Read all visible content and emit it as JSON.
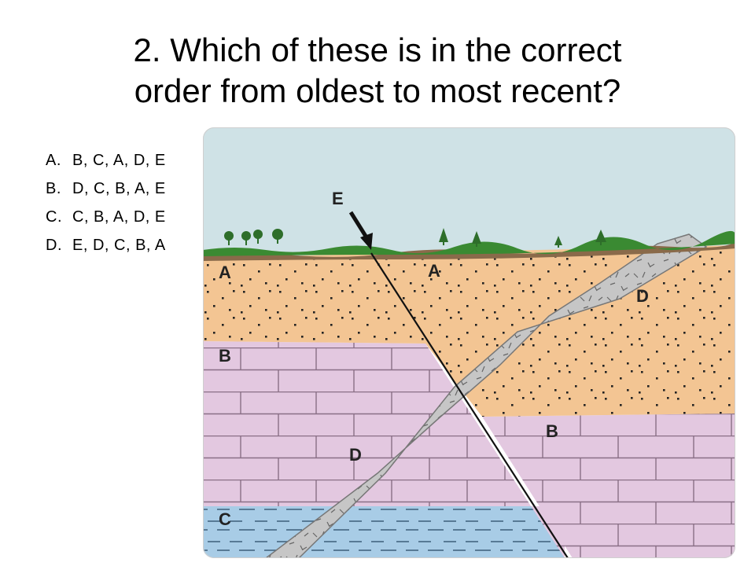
{
  "question": {
    "line1": "2.  Which of these is in the correct",
    "line2": "order from oldest to most recent?"
  },
  "options": [
    {
      "letter": "A.",
      "text": "B, C, A, D, E"
    },
    {
      "letter": "B.",
      "text": "D, C, B, A, E"
    },
    {
      "letter": "C.",
      "text": "C, B, A, D, E"
    },
    {
      "letter": "D.",
      "text": "E, D, C, B, A"
    }
  ],
  "diagram": {
    "labels": {
      "fault": "E",
      "sand_left": "A",
      "sand_right": "A",
      "lime_left": "B",
      "lime_right": "B",
      "shale": "C",
      "dike_upper": "D",
      "dike_lower": "D"
    },
    "colors": {
      "sky": "#cfe2e6",
      "grass": "#3a8a32",
      "soil": "#8a6a4a",
      "sandstone": "#f3c593",
      "limestone": "#e3c8e0",
      "shale": "#a8cce6",
      "intrusion": "#c6c6c6"
    }
  }
}
